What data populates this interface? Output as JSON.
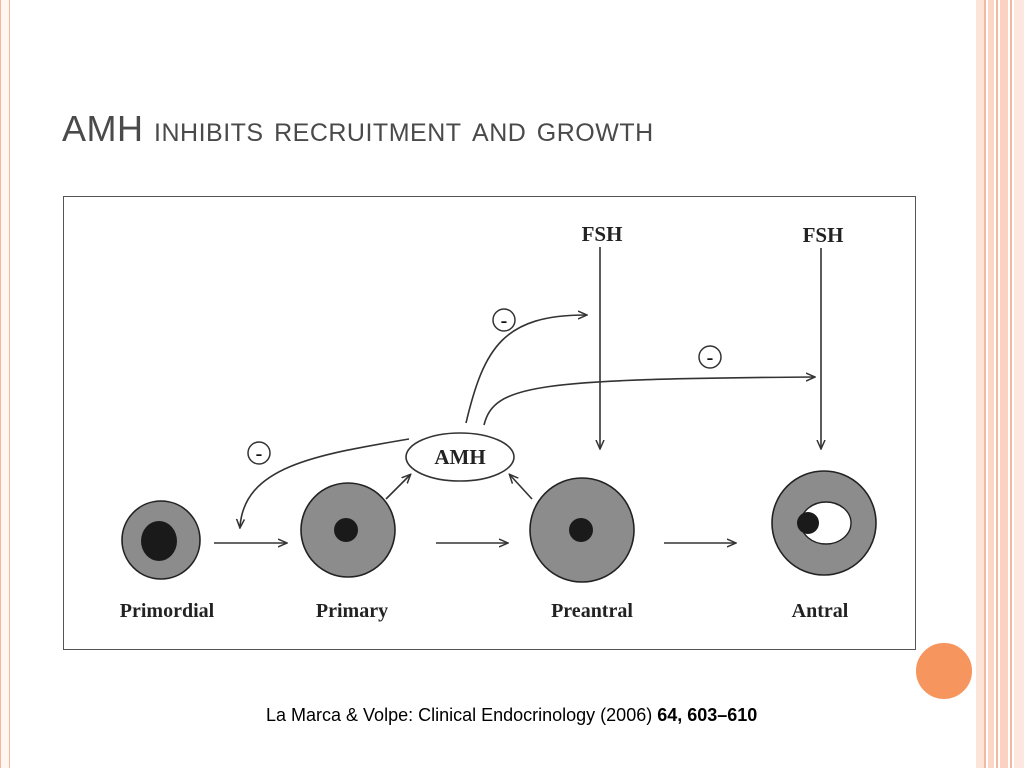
{
  "slide": {
    "title_main": "AMH",
    "title_rest": "inhibits recruitment and growth"
  },
  "diagram": {
    "fsh_label_1": "FSH",
    "fsh_label_2": "FSH",
    "amh_label": "AMH",
    "minus_1": "-",
    "minus_2": "-",
    "minus_3": "-",
    "stages": {
      "primordial": "Primordial",
      "primary": "Primary",
      "preantral": "Preantral",
      "antral": "Antral"
    }
  },
  "citation": {
    "text": "La Marca & Volpe: Clinical Endocrinology (2006) ",
    "ref": "64, 603–610"
  },
  "colors": {
    "accent_orange": "#f7955e",
    "follicle_gray": "#8c8c8c",
    "stripe_peach": "#f5b49a"
  }
}
